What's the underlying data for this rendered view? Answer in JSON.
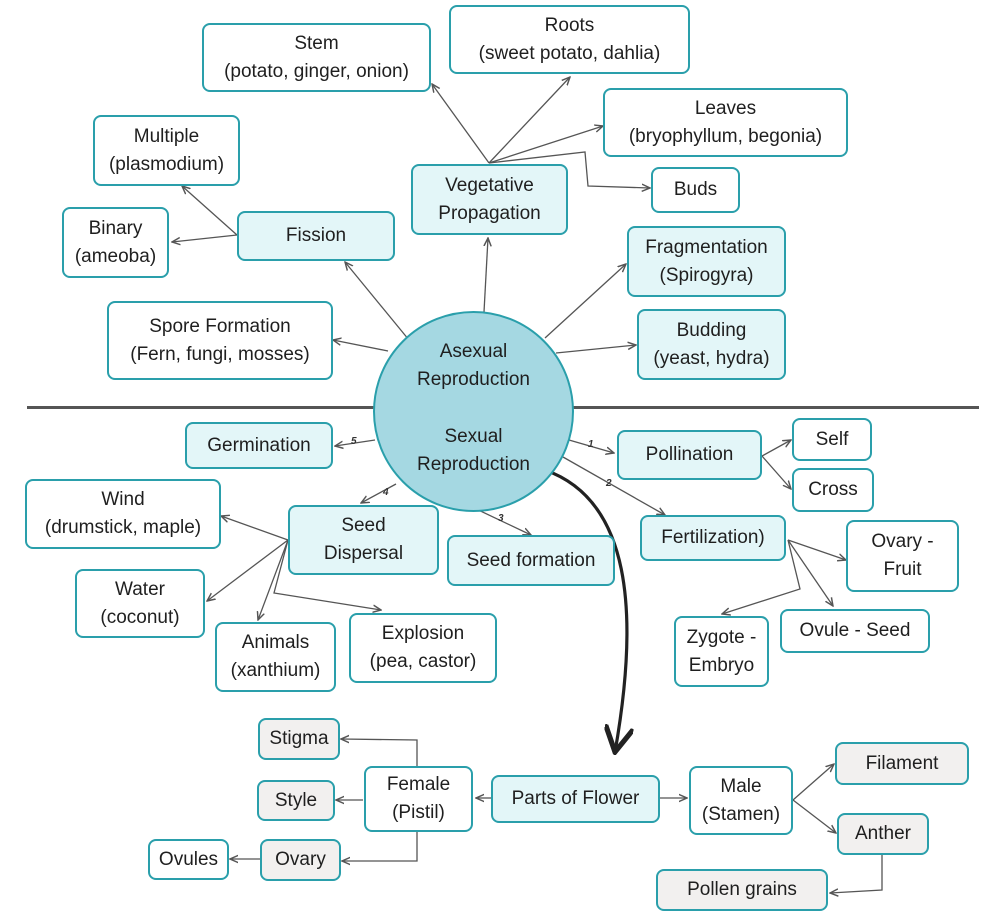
{
  "center": {
    "asexual": [
      "Asexual",
      "Reproduction"
    ],
    "sexual": [
      "Sexual",
      "Reproduction"
    ]
  },
  "asexual": {
    "vegetative": [
      "Vegetative",
      "Propagation"
    ],
    "stem": [
      "Stem",
      "(potato, ginger, onion)"
    ],
    "roots": [
      "Roots",
      "(sweet potato, dahlia)"
    ],
    "leaves": [
      "Leaves",
      "(bryophyllum, begonia)"
    ],
    "buds": "Buds",
    "fission": "Fission",
    "multiple": [
      "Multiple",
      "(plasmodium)"
    ],
    "binary": [
      "Binary",
      "(ameoba)"
    ],
    "spore": [
      "Spore Formation",
      "(Fern, fungi, mosses)"
    ],
    "fragmentation": [
      "Fragmentation",
      "(Spirogyra)"
    ],
    "budding": [
      "Budding",
      "(yeast, hydra)"
    ]
  },
  "sexual": {
    "germination": "Germination",
    "pollination": "Pollination",
    "self": "Self",
    "cross": "Cross",
    "fertilization": "Fertilization)",
    "ovary_fruit": [
      "Ovary -",
      "Fruit"
    ],
    "ovule_seed": "Ovule - Seed",
    "zygote": [
      "Zygote -",
      "Embryo"
    ],
    "seed_formation": "Seed formation",
    "seed_dispersal": [
      "Seed",
      "Dispersal"
    ],
    "wind": [
      "Wind",
      "(drumstick, maple)"
    ],
    "water": [
      "Water",
      "(coconut)"
    ],
    "animals": [
      "Animals",
      "(xanthium)"
    ],
    "explosion": [
      "Explosion",
      "(pea, castor)"
    ],
    "step_numbers": [
      "1",
      "2",
      "3",
      "4",
      "5"
    ]
  },
  "flower": {
    "parts": "Parts of Flower",
    "female": [
      "Female",
      "(Pistil)"
    ],
    "stigma": "Stigma",
    "style": "Style",
    "ovary": "Ovary",
    "ovules": "Ovules",
    "male": [
      "Male",
      "(Stamen)"
    ],
    "filament": "Filament",
    "anther": "Anther",
    "pollen": "Pollen grains"
  },
  "colors": {
    "border": "#2a9fab",
    "light_fill": "#e3f6f8",
    "hub_fill": "#a5d8e2",
    "grey_fill": "#f2f0ef",
    "line": "#555555"
  }
}
